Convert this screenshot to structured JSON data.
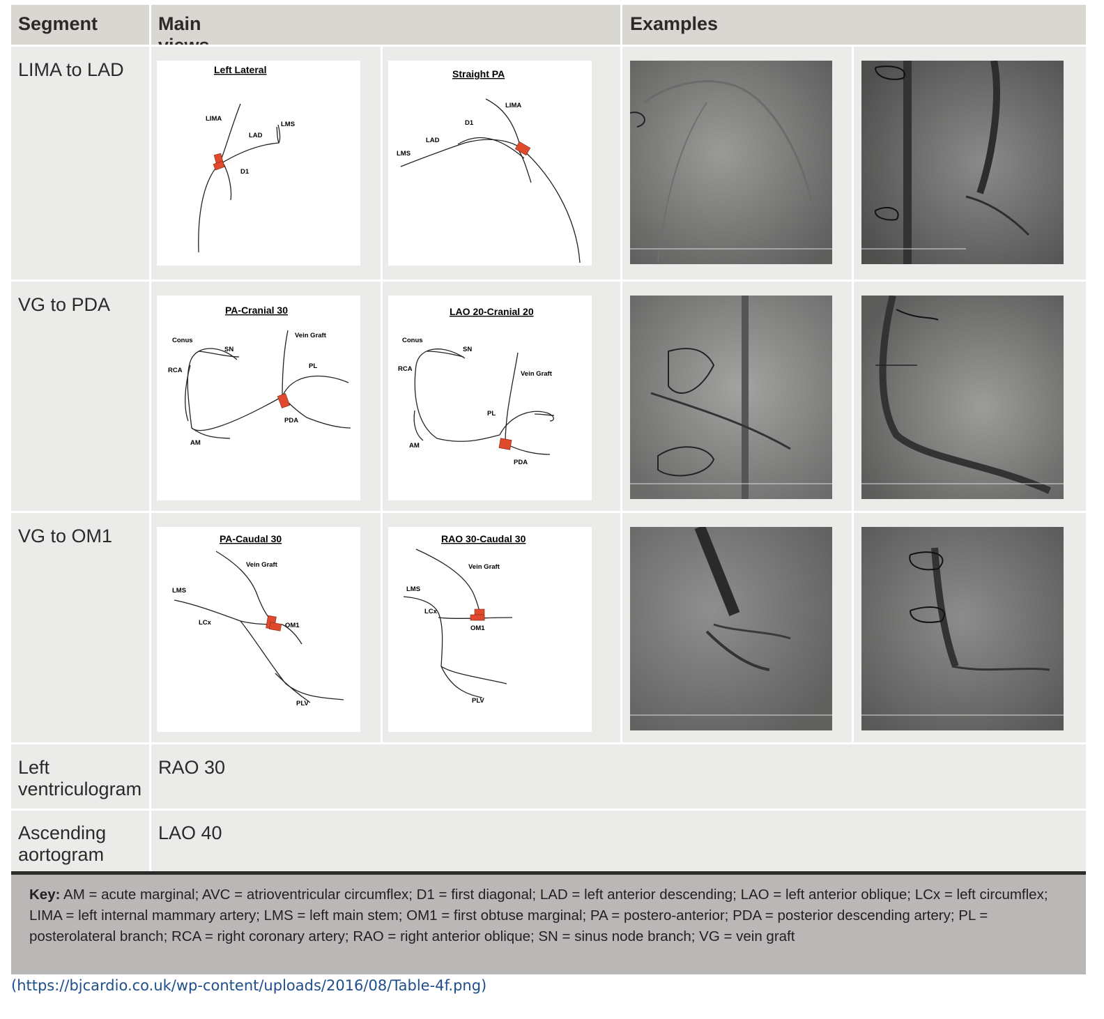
{
  "header": {
    "segment": "Segment",
    "main_views": "Main views",
    "examples": "Examples"
  },
  "rows": [
    {
      "segment": "LIMA to LAD",
      "diagrams": [
        {
          "title": "Left Lateral",
          "labels": [
            "LIMA",
            "LMS",
            "LAD",
            "D1"
          ]
        },
        {
          "title": "Straight PA",
          "labels": [
            "LIMA",
            "D1",
            "LAD",
            "LMS"
          ]
        }
      ]
    },
    {
      "segment": "VG to PDA",
      "diagrams": [
        {
          "title": "PA-Cranial 30",
          "labels": [
            "Conus",
            "SN",
            "Vein Graft",
            "RCA",
            "PL",
            "PDA",
            "AM"
          ]
        },
        {
          "title": "LAO 20-Cranial 20",
          "labels": [
            "Conus",
            "SN",
            "RCA",
            "Vein Graft",
            "PL",
            "AM",
            "PDA"
          ]
        }
      ]
    },
    {
      "segment": "VG to OM1",
      "diagrams": [
        {
          "title": "PA-Caudal 30",
          "labels": [
            "Vein Graft",
            "LMS",
            "LCx",
            "OM1",
            "PLV"
          ]
        },
        {
          "title": "RAO 30-Caudal 30",
          "labels": [
            "Vein Graft",
            "LMS",
            "LCx",
            "OM1",
            "PLV"
          ]
        }
      ]
    }
  ],
  "simple_rows": [
    {
      "segment": "Left ventriculogram",
      "view": "RAO 30"
    },
    {
      "segment": "Ascending aortogram",
      "view": "LAO 40"
    }
  ],
  "key": {
    "label": "Key:",
    "text": "AM = acute marginal; AVC = atrioventricular circumflex; D1 = first diagonal; LAD = left anterior descending; LAO = left anterior oblique; LCx = left circumflex; LIMA = left internal mammary artery; LMS = left main stem; OM1 = first obtuse marginal; PA = postero-anterior; PDA = posterior descending artery; PL = posterolateral branch; RCA = right coronary artery; RAO = right anterior oblique; SN = sinus node branch; VG = vein graft"
  },
  "source": "(https://bjcardio.co.uk/wp-content/uploads/2016/08/Table-4f.png)",
  "colors": {
    "header_bg": "#d9d7d2",
    "row_bg": "#ebebea",
    "key_bg": "#b9b8b6",
    "graft_marker": "#e0492b",
    "source_link": "#1f4e8c"
  }
}
